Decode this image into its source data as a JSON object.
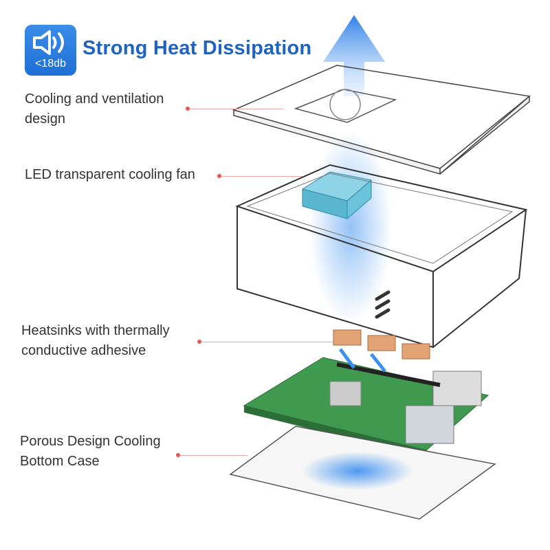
{
  "badge": {
    "icon": "speaker-icon",
    "text": "<18db"
  },
  "title": "Strong Heat Dissipation",
  "callouts": [
    {
      "line1": "Cooling and ventilation",
      "line2": "design"
    },
    {
      "line1": "LED transparent cooling fan",
      "line2": ""
    },
    {
      "line1": "Heatsinks with thermally",
      "line2": "conductive adhesive"
    },
    {
      "line1": "Porous Design Cooling",
      "line2": "Bottom Case"
    }
  ],
  "colors": {
    "accent": "#1f63c0",
    "leader": "#e85555",
    "airflow": "#3a8ff0"
  }
}
